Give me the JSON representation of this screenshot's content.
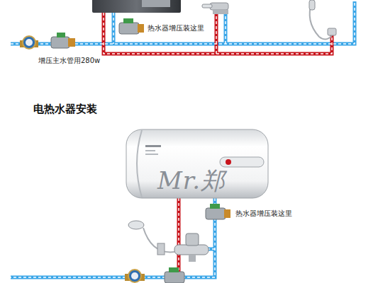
{
  "diagram": {
    "title": "电热水器安装",
    "labels": [
      "增压主水管用280w",
      "热水器增压装这里",
      "热水器增压装这里",
      "Mr.郑"
    ]
  }
}
